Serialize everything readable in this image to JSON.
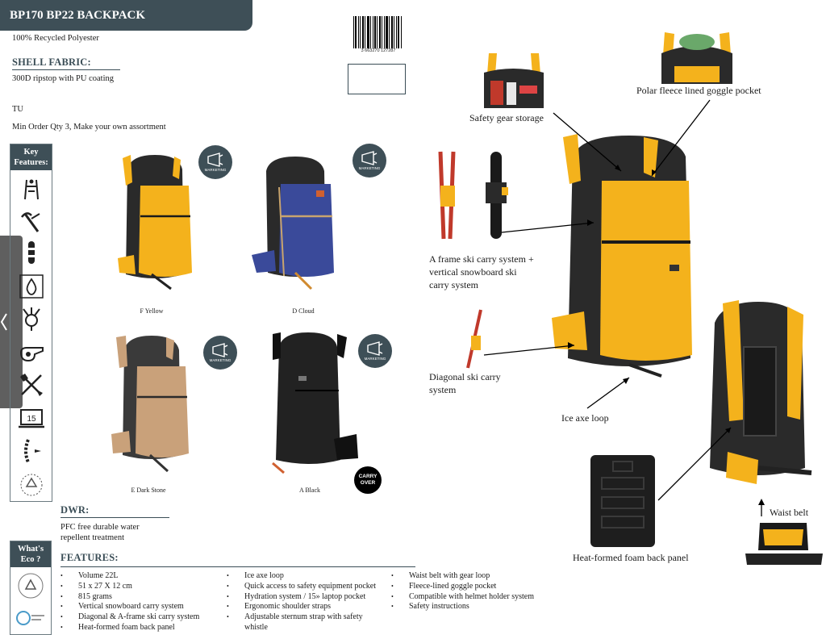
{
  "header": {
    "title": "BP170 BP22 BACKPACK"
  },
  "material": "100% Recycled Polyester",
  "shell_fabric": {
    "heading": "SHELL FABRIC:",
    "value": "300D ripstop with PU coating"
  },
  "size": "TU",
  "min_order": "Min Order Qty 3, Make your own assortment",
  "barcode": {
    "number": "3 663270 127287"
  },
  "key_features": {
    "heading_line1": "Key",
    "heading_line2": "Features:",
    "icons": [
      "backpack-harness-icon",
      "ice-axe-icon",
      "snowboard-icon",
      "water-drop-icon",
      "safety-key-icon",
      "whistle-icon",
      "shovel-probe-icon",
      "laptop-15-icon",
      "back-panel-icon",
      "recycled-seal-icon"
    ],
    "laptop_size_label": "15"
  },
  "colors": [
    {
      "name": "F Yellow",
      "badge": "MARKETING",
      "main": "#f4b21c",
      "side": "#2a2a2a"
    },
    {
      "name": "D Cloud",
      "badge": "MARKETING",
      "main": "#3a4a9a",
      "side": "#2a2a2a"
    },
    {
      "name": "E Dark Stone",
      "badge": "MARKETING",
      "main": "#c9a17a",
      "side": "#3a3a3a"
    },
    {
      "name": "A Black",
      "badge": "MARKETING",
      "carry_over_line1": "CARRY",
      "carry_over_line2": "OVER",
      "main": "#222222",
      "side": "#111111"
    }
  ],
  "dwr": {
    "heading": "DWR:",
    "line1": "PFC free durable water",
    "line2": "repellent treatment"
  },
  "eco": {
    "heading_line1": "What's",
    "heading_line2": "Eco ?"
  },
  "features": {
    "heading": "FEATURES:",
    "col1": [
      "Volume 22L",
      "51 x 27 X 12 cm",
      "815 grams",
      "Vertical snowboard carry system",
      "Diagonal & A-frame ski carry system",
      "Heat-formed foam back panel"
    ],
    "col2": [
      "Ice axe loop",
      "Quick access to safety equipment pocket",
      "Hydration system /  15» laptop pocket",
      "Ergonomic shoulder straps",
      "Adjustable sternum strap with safety"
    ],
    "col2_cont": "whistle",
    "col3": [
      "Waist belt with gear loop",
      "Fleece-lined goggle pocket",
      "Compatible with helmet holder system",
      "Safety instructions"
    ]
  },
  "callouts": {
    "safety_gear": "Safety gear storage",
    "goggle": "Polar fleece lined goggle pocket",
    "aframe_line1": "A frame ski carry system +",
    "aframe_line2": "vertical snowboard ski",
    "aframe_line3": "carry system",
    "diagonal_line1": "Diagonal ski carry",
    "diagonal_line2": "system",
    "ice_axe": "Ice axe loop",
    "heat_foam": "Heat-formed foam back panel",
    "waist_belt": "Waist belt"
  }
}
